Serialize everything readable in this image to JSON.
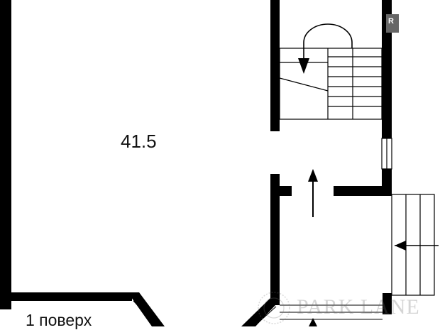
{
  "plan": {
    "room_area": "41.5",
    "floor_label": "1 поверх",
    "watermark_text": "PARK LANE",
    "stamp_text": "R",
    "wall_color": "#000000",
    "background_color": "#ffffff"
  }
}
